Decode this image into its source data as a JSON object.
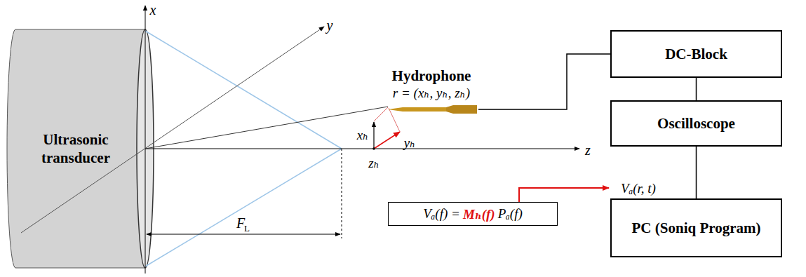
{
  "diagram": {
    "nodes": [
      {
        "text": [
          "Ultrasonic transducer"
        ]
      },
      {
        "text": [
          "Hydrophone",
          "r = (xₕ, yₕ, zₕ)"
        ]
      },
      {
        "text": [
          "DC-Block"
        ]
      },
      {
        "text": [
          "Oscilloscope"
        ]
      },
      {
        "text": [
          "PC (Soniq Program)"
        ]
      },
      {
        "text": [
          "Vₐ(f) =",
          "Mₕ(f)",
          "Pₐ(f)"
        ]
      }
    ],
    "edges": [
      {
        "from": 1,
        "to": 2,
        "arrow": "none"
      },
      {
        "from": 2,
        "to": 3,
        "arrow": "none"
      },
      {
        "from": 3,
        "to": 4,
        "arrow": "none"
      }
    ],
    "labels": [
      "x",
      "y",
      "z",
      "xₕ",
      "yₕ",
      "zₕ",
      "F",
      "L",
      "Vₐ(r, t)"
    ]
  }
}
